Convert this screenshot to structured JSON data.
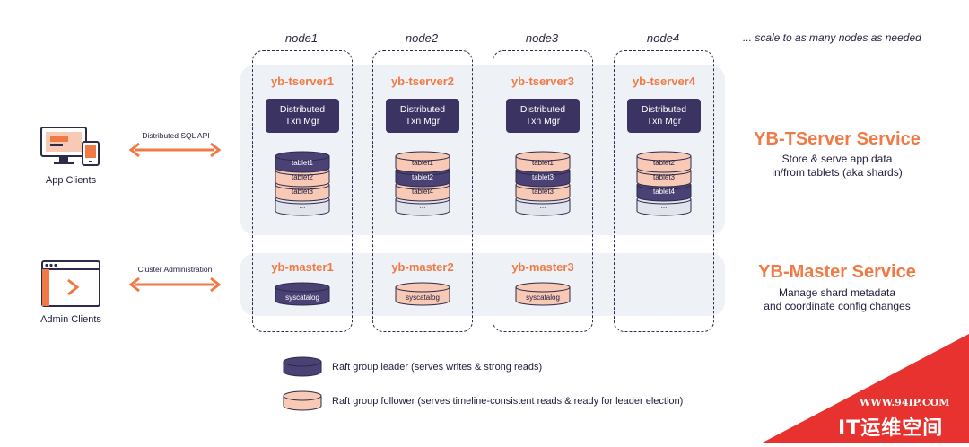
{
  "nodes": [
    {
      "label": "node1",
      "tserver": "yb-tserver1",
      "txn_line1": "Distributed",
      "txn_line2": "Txn Mgr",
      "tablets": [
        {
          "label": "tablet1",
          "role": "leader"
        },
        {
          "label": "tablet2",
          "role": "follower"
        },
        {
          "label": "tablet3",
          "role": "follower"
        }
      ],
      "more": "...",
      "master": "yb-master1",
      "catalog": "syscatalog",
      "catalog_role": "leader"
    },
    {
      "label": "node2",
      "tserver": "yb-tserver2",
      "txn_line1": "Distributed",
      "txn_line2": "Txn Mgr",
      "tablets": [
        {
          "label": "tablet1",
          "role": "follower"
        },
        {
          "label": "tablet2",
          "role": "leader"
        },
        {
          "label": "tablet4",
          "role": "follower"
        }
      ],
      "more": "...",
      "master": "yb-master2",
      "catalog": "syscatalog",
      "catalog_role": "follower"
    },
    {
      "label": "node3",
      "tserver": "yb-tserver3",
      "txn_line1": "Distributed",
      "txn_line2": "Txn Mgr",
      "tablets": [
        {
          "label": "tablet1",
          "role": "follower"
        },
        {
          "label": "tablet3",
          "role": "leader"
        },
        {
          "label": "tablet3",
          "role": "follower"
        }
      ],
      "more": "...",
      "master": "yb-master3",
      "catalog": "syscatalog",
      "catalog_role": "follower"
    },
    {
      "label": "node4",
      "tserver": "yb-tserver4",
      "txn_line1": "Distributed",
      "txn_line2": "Txn Mgr",
      "tablets": [
        {
          "label": "tablet2",
          "role": "follower"
        },
        {
          "label": "tablet3",
          "role": "follower"
        },
        {
          "label": "tablet4",
          "role": "leader"
        }
      ],
      "more": "...",
      "master": "",
      "catalog": "",
      "catalog_role": ""
    }
  ],
  "scale_note": "... scale to as many nodes as needed",
  "tserver_service": {
    "title": "YB-TServer Service",
    "line1": "Store & serve app data",
    "line2": "in/from tablets (aka shards)"
  },
  "master_service": {
    "title": "YB-Master Service",
    "line1": "Manage shard metadata",
    "line2": "and coordinate config changes"
  },
  "app_clients": {
    "label": "App Clients",
    "arrow_label": "Distributed SQL API"
  },
  "admin_clients": {
    "label": "Admin Clients",
    "arrow_label": "Cluster Administration"
  },
  "legend": {
    "leader": "Raft group leader (serves writes & strong reads)",
    "follower": "Raft group follower (serves timeline-consistent reads & ready for leader election)"
  },
  "colors": {
    "leader": "#4a4274",
    "follower": "#f8c9b5",
    "empty": "#e1e4ec",
    "accent": "#f07a45",
    "dark": "#3b3463",
    "watermark": "#e8322f"
  },
  "icons": {
    "app": "desktop-and-tablet-icon",
    "admin": "terminal-window-icon",
    "arrow": "double-arrow-icon"
  },
  "watermark": {
    "url": "WWW.94IP.COM",
    "brand": "IT运维空间"
  }
}
